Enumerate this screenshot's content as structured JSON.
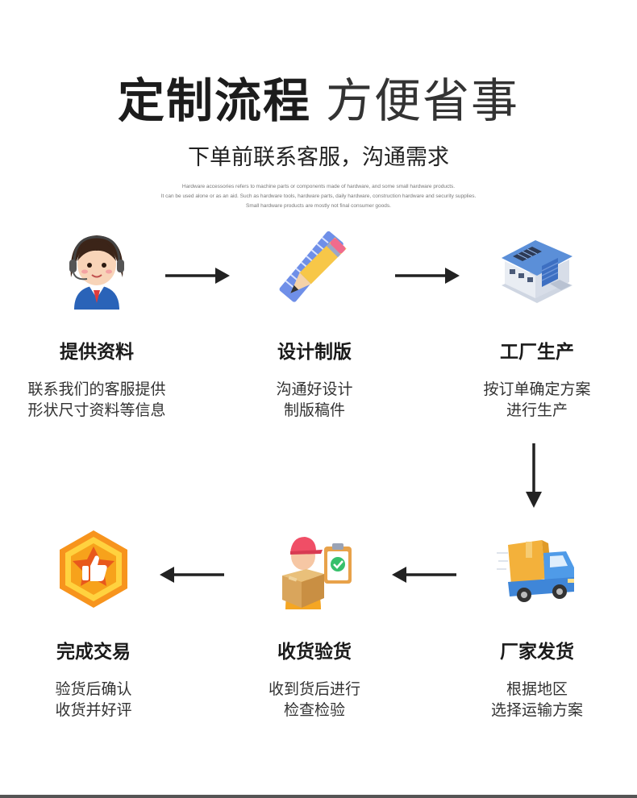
{
  "header": {
    "title_bold": "定制流程",
    "title_light": "方便省事",
    "subtitle": "下单前联系客服，沟通需求",
    "fine_print": [
      "Hardware accessories refers to machine parts or components made of hardware, and some small hardware products.",
      "It can be used alone or as an aid. Such as hardware tools, hardware parts, daily hardware, construction hardware and security supplies.",
      "Small hardware products are mostly not final consumer goods."
    ]
  },
  "steps": [
    {
      "title": "提供资料",
      "desc": [
        "联系我们的客服提供",
        "形状尺寸资料等信息"
      ],
      "icon": "customer-service-icon"
    },
    {
      "title": "设计制版",
      "desc": [
        "沟通好设计",
        "制版稿件"
      ],
      "icon": "pencil-ruler-icon"
    },
    {
      "title": "工厂生产",
      "desc": [
        "按订单确定方案",
        "进行生产"
      ],
      "icon": "factory-icon"
    },
    {
      "title": "厂家发货",
      "desc": [
        "根据地区",
        "选择运输方案"
      ],
      "icon": "delivery-truck-icon"
    },
    {
      "title": "收货验货",
      "desc": [
        "收到货后进行",
        "检查检验"
      ],
      "icon": "courier-checklist-icon"
    },
    {
      "title": "完成交易",
      "desc": [
        "验货后确认",
        "收货并好评"
      ],
      "icon": "thumbs-up-badge-icon"
    }
  ],
  "colors": {
    "arrow": "#222222",
    "badge_orange": "#f7941d",
    "factory_blue": "#5b8fd8",
    "truck_blue": "#4f9be8"
  }
}
